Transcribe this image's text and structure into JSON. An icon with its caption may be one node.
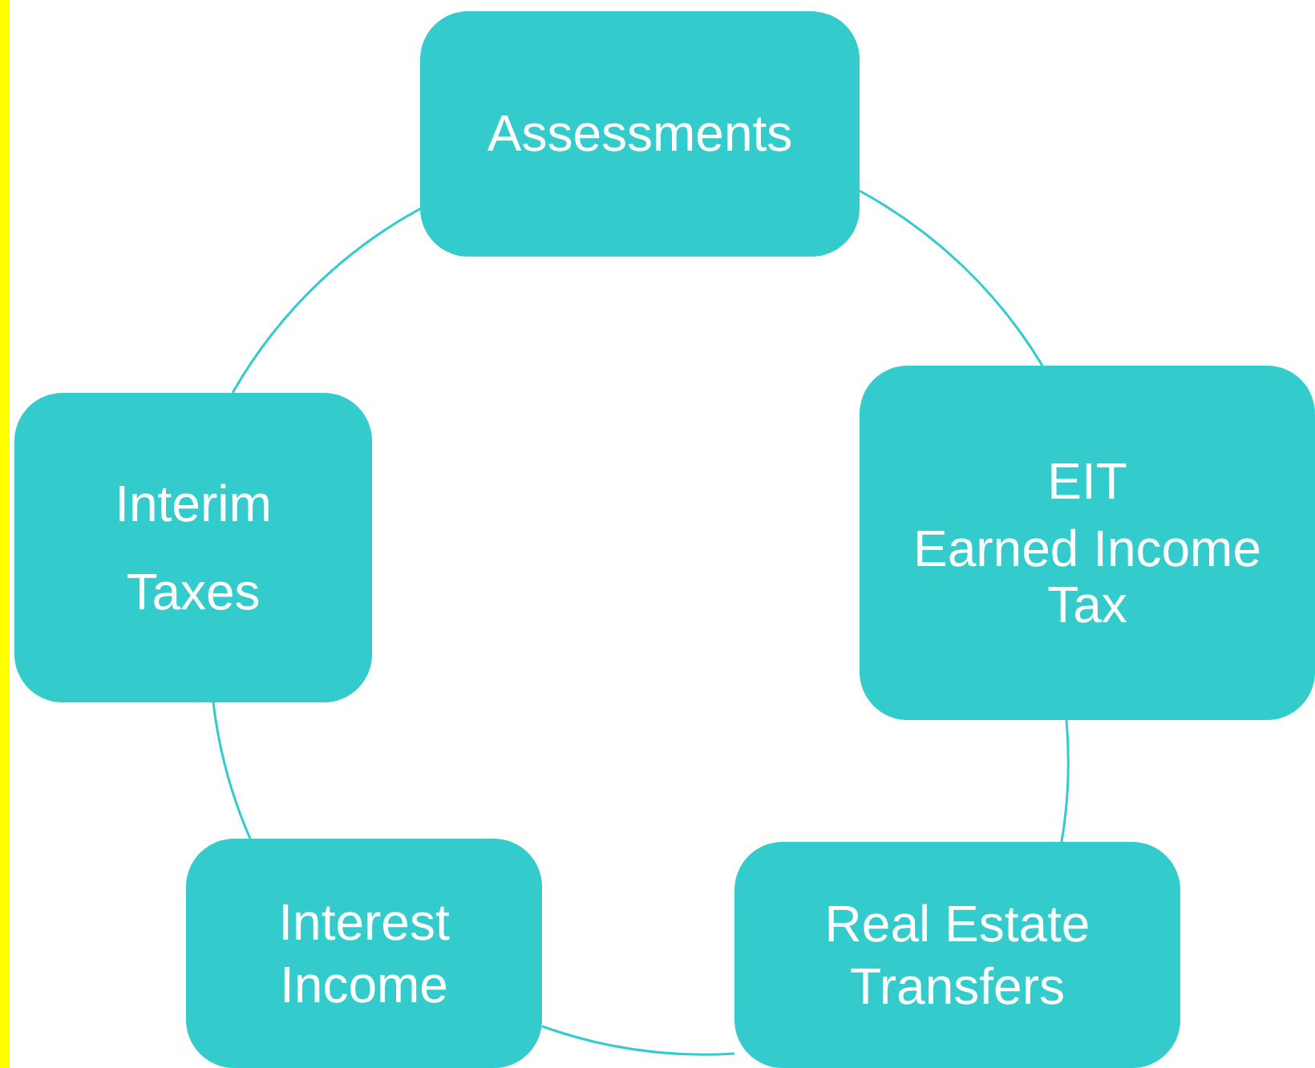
{
  "diagram": {
    "nodes": [
      {
        "text": [
          "Assessments"
        ]
      },
      {
        "text": [
          "EIT",
          "Earned Income Tax"
        ]
      },
      {
        "text": [
          "Real Estate Transfers"
        ]
      },
      {
        "text": [
          "Interest Income"
        ]
      },
      {
        "text": [
          "Interim Taxes"
        ]
      }
    ],
    "edges": [
      {
        "from": 0,
        "to": 1,
        "arrow": "none"
      },
      {
        "from": 1,
        "to": 2,
        "arrow": "none"
      },
      {
        "from": 2,
        "to": 3,
        "arrow": "none"
      },
      {
        "from": 3,
        "to": 4,
        "arrow": "none"
      },
      {
        "from": 4,
        "to": 0,
        "arrow": "none"
      }
    ]
  }
}
